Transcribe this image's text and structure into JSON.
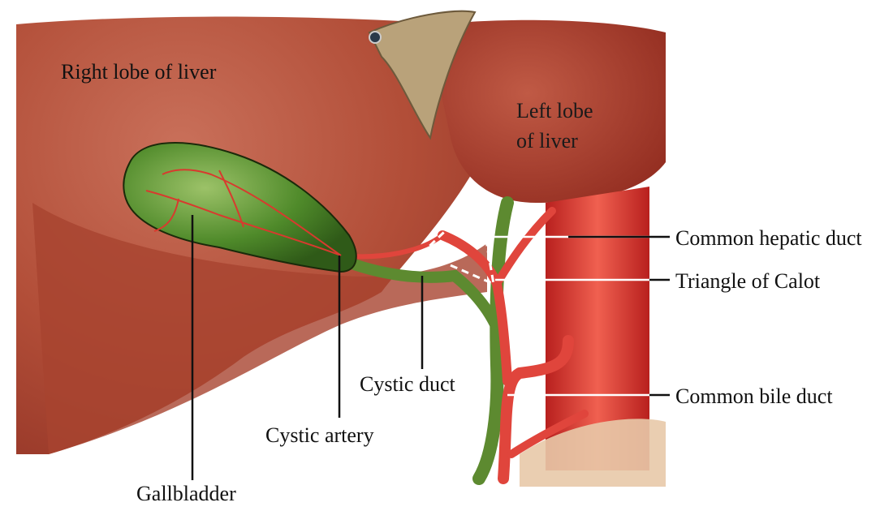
{
  "labels": {
    "right_lobe": "Right lobe of liver",
    "left_lobe_line1": "Left lobe",
    "left_lobe_line2": "of liver",
    "common_hepatic_duct": "Common hepatic duct",
    "triangle_of_calot": "Triangle of Calot",
    "common_bile_duct": "Common bile duct",
    "cystic_duct": "Cystic duct",
    "cystic_artery": "Cystic artery",
    "gallbladder": "Gallbladder"
  },
  "colors": {
    "liver": "#b4503a",
    "liver_dark": "#8f3426",
    "gallbladder": "#4f8a2a",
    "artery": "#e0453c",
    "duct": "#5d8a30",
    "aorta": "#d8322e"
  }
}
